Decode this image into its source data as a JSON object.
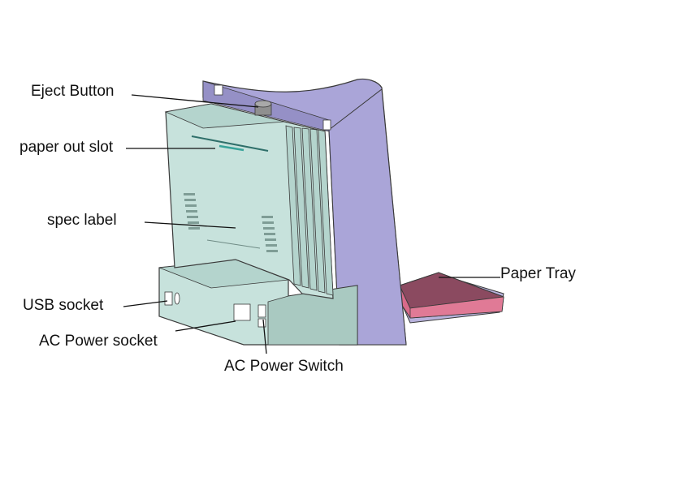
{
  "labels": {
    "eject_button": "Eject Button",
    "paper_out_slot": "paper out slot",
    "spec_label": "spec label",
    "usb_socket": "USB socket",
    "ac_power_socket": "AC Power socket",
    "ac_power_switch": "AC Power Switch",
    "paper_tray": "Paper Tray"
  },
  "colors": {
    "side_panel": "#aaa5d8",
    "side_panel_dark": "#9590c6",
    "body": "#c7e2dc",
    "body_shadow": "#a9c9c1",
    "back_face": "#b4d4cd",
    "tray_pink": "#d86a8a",
    "tray_dark": "#8b4a60",
    "tray_base": "#b8b2dc",
    "outline": "#3a3a3a"
  }
}
